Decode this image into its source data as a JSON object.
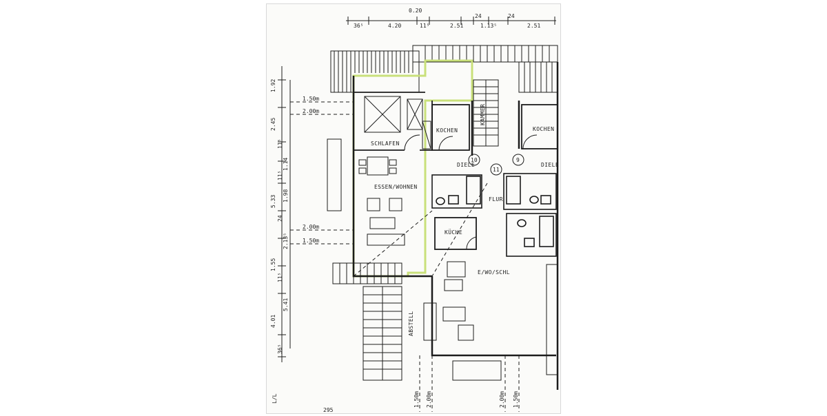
{
  "plan": {
    "rooms": {
      "schlafen": "SCHLAFEN",
      "kochen_left": "KOCHEN",
      "kochen_right": "KOCHEN",
      "kammer": "KAMMER",
      "diele_left": "DIELE",
      "diele_right": "DIELE",
      "essen_wohnen": "ESSEN/WOHNEN",
      "flur": "FLUR",
      "kueche": "KÜCHE",
      "e_wo_schl": "E/WO/SCHL",
      "abstell": "ABSTELL"
    },
    "unit_numbers": [
      "10",
      "11",
      "9"
    ],
    "top_dims": [
      "0.20",
      "36⁵",
      "4.20",
      "11⁵",
      "2.51",
      "24",
      "1.13⁵",
      "24",
      "2.51"
    ],
    "left_dims": [
      "1.92",
      "2.45",
      "11⁵",
      "1.14",
      "11⁵",
      "1.98",
      "5.33",
      "24",
      "2.13⁵",
      "1.55",
      "11⁵",
      "5.41",
      "4.01",
      "36⁵"
    ],
    "left_levels": [
      "1.50m",
      "2.00m",
      "2.00m",
      "1.50m"
    ],
    "bottom_levels": [
      "1.50m",
      "2.00m",
      "2.00m",
      "1.50m"
    ],
    "corner_mark": "L/L",
    "bottom_note": "295"
  },
  "colors": {
    "line": "#1c1c1c",
    "highlight": "#c9e07a",
    "paper": "#fbfbf9"
  }
}
